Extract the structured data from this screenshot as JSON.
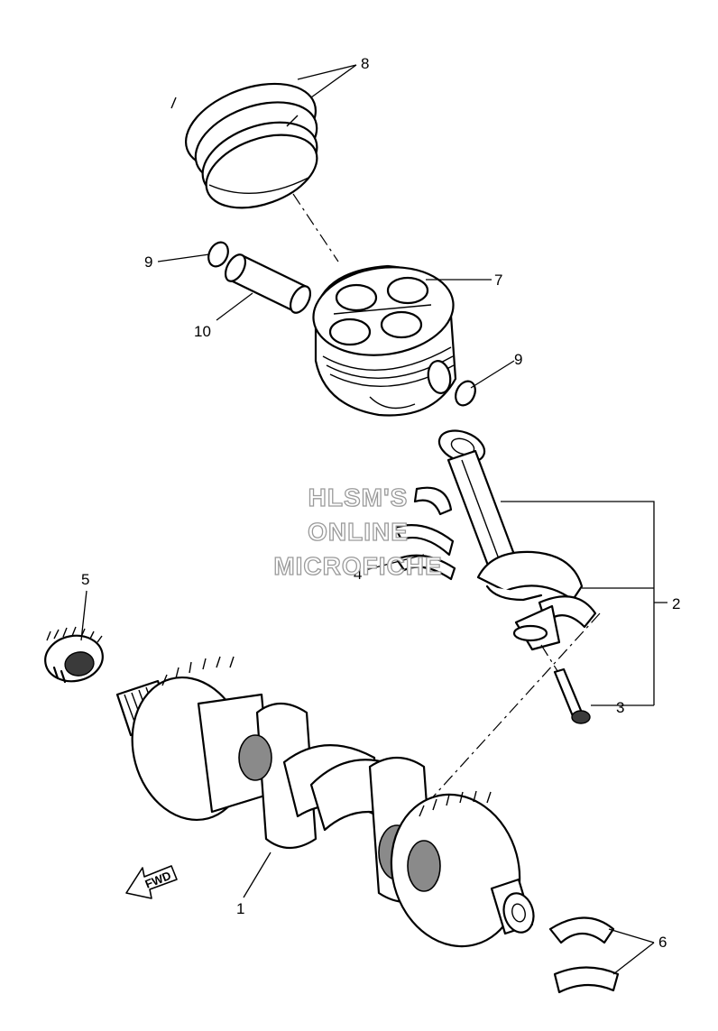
{
  "diagram": {
    "callouts": [
      "1",
      "2",
      "3",
      "4",
      "5",
      "6",
      "7",
      "8",
      "9",
      "9",
      "10"
    ],
    "watermark": [
      "HLSM'S",
      "ONLINE",
      "MICROFICHE"
    ],
    "direction_label": "FWD"
  }
}
